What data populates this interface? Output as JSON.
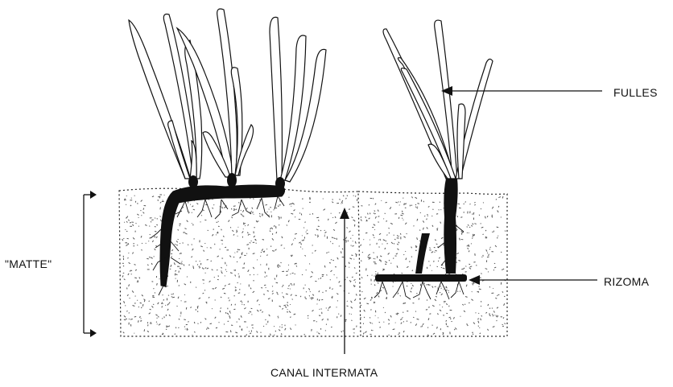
{
  "labels": {
    "fulles": "FULLES",
    "rizoma": "RIZOMA",
    "matte": "\"MATTE\"",
    "canal": "CANAL  INTERMATA"
  },
  "colors": {
    "ink": "#111111",
    "stipple": "#555555",
    "background": "#ffffff"
  },
  "icons": {
    "arrows": "arrow-icon",
    "bracket": "bracket-icon"
  }
}
